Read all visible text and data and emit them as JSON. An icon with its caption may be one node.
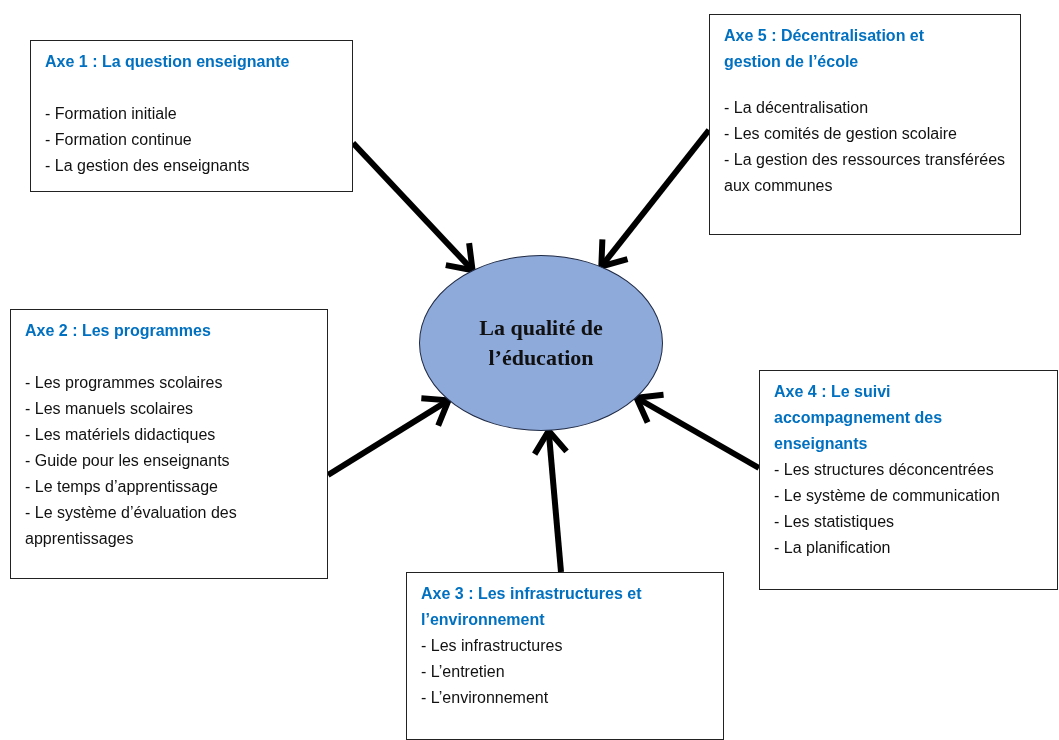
{
  "diagram": {
    "nodes": [
      {
        "text": [
          "Axe 1 : La question enseignante",
          "- Formation initiale",
          "- Formation continue",
          "- La gestion des enseignants"
        ]
      },
      {
        "text": [
          "Axe 5 : Décentralisation et gestion de l’école",
          "- La décentralisation",
          "- Les comités de gestion scolaire",
          "- La gestion des ressources transférées aux communes"
        ]
      },
      {
        "text": [
          "La qualité de l’éducation"
        ]
      },
      {
        "text": [
          "Axe 2 : Les programmes",
          "- Les programmes scolaires",
          "- Les manuels scolaires",
          "- Les matériels didactiques",
          "- Guide pour les enseignants",
          "- Le temps d’apprentissage",
          "- Le système d’évaluation des apprentissages"
        ]
      },
      {
        "text": [
          "Axe 4 : Le suivi accompagnement des enseignants",
          "- Les structures déconcentrées",
          "- Le système de communication",
          "- Les statistiques",
          "- La planification"
        ]
      },
      {
        "text": [
          "Axe 3 : Les infrastructures et l’environnement",
          "- Les infrastructures",
          "- L’entretien",
          "- L’environnement"
        ]
      }
    ],
    "edges": [
      {
        "from": 0,
        "to": 2,
        "arrow": "to"
      },
      {
        "from": 1,
        "to": 2,
        "arrow": "to"
      },
      {
        "from": 3,
        "to": 2,
        "arrow": "to"
      },
      {
        "from": 4,
        "to": 2,
        "arrow": "to"
      },
      {
        "from": 5,
        "to": 2,
        "arrow": "to"
      }
    ]
  }
}
